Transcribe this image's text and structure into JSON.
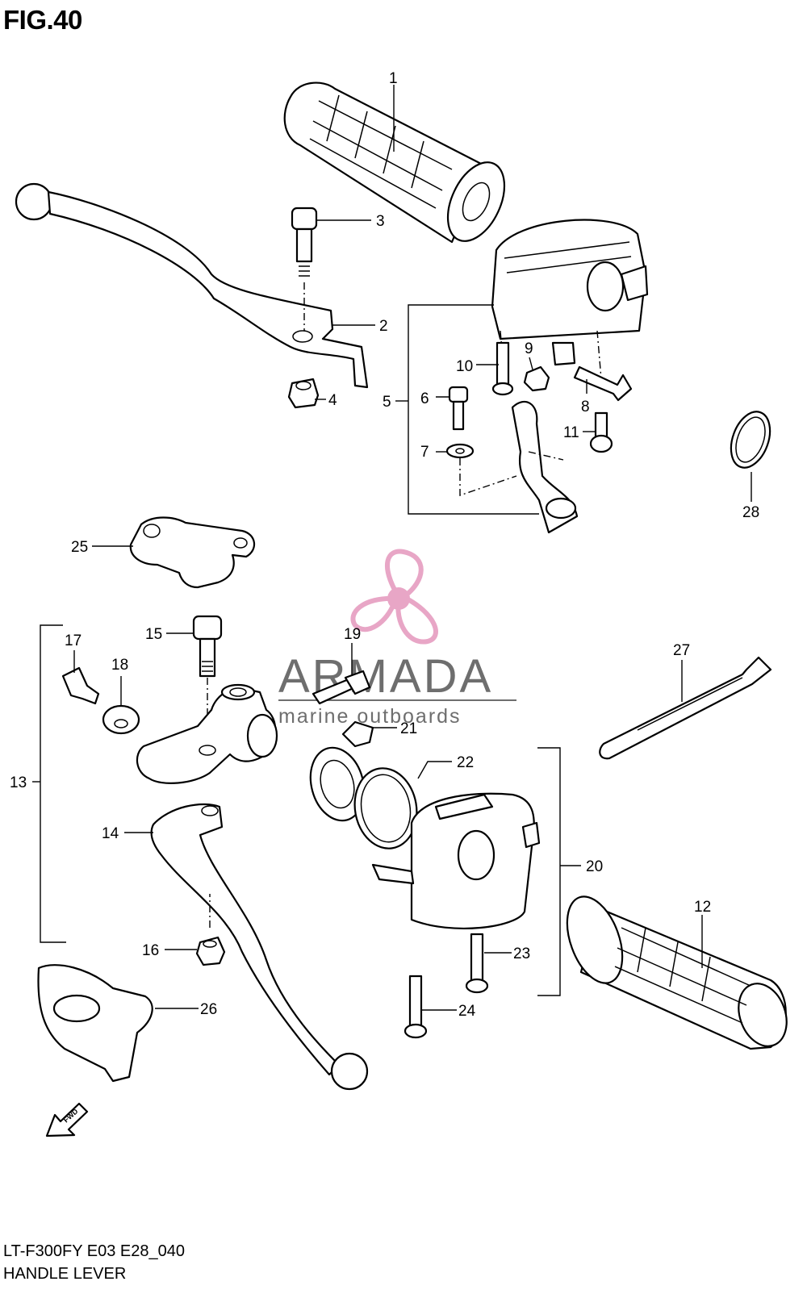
{
  "title": "FIG.40",
  "footer": {
    "code": "LT-F300FY E03 E28_040",
    "name": "HANDLE LEVER"
  },
  "watermark": {
    "brand": "ARMADA",
    "tagline": "marine outboards",
    "color": "#e8a6c6"
  },
  "fwd_label": "FWD",
  "parts": {
    "p1": "1",
    "p2": "2",
    "p3": "3",
    "p4": "4",
    "p5": "5",
    "p6": "6",
    "p7": "7",
    "p8": "8",
    "p9": "9",
    "p10": "10",
    "p11": "11",
    "p12": "12",
    "p13": "13",
    "p14": "14",
    "p15": "15",
    "p16": "16",
    "p17": "17",
    "p18": "18",
    "p19": "19",
    "p20": "20",
    "p21": "21",
    "p22": "22",
    "p23": "23",
    "p24": "24",
    "p25": "25",
    "p26": "26",
    "p27": "27",
    "p28": "28"
  }
}
